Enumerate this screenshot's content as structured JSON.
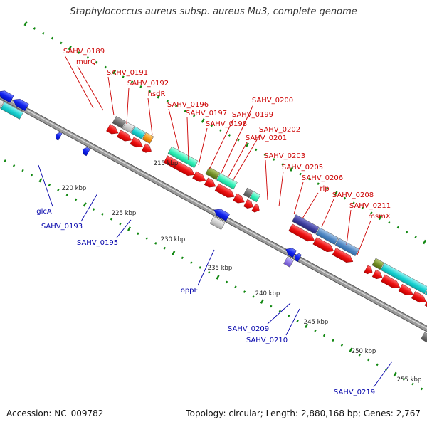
{
  "title": "Staphylococcus aureus subsp. aureus Mu3, complete genome",
  "footer": {
    "accession": "Accession: NC_009782",
    "topology": "Topology: circular; Length: 2,880,168 bp; Genes: 2,767"
  },
  "kbp_ticks": [
    "215 kbp",
    "220 kbp",
    "225 kbp",
    "230 kbp",
    "235 kbp",
    "240 kbp",
    "245 kbp",
    "250 kbp",
    "255 kbp"
  ],
  "top_labels": [
    "SAHV_0189",
    "murQ",
    "SAHV_0191",
    "SAHV_0192",
    "hsdR",
    "SAHV_0196",
    "SAHV_0197",
    "SAHV_0198",
    "SAHV_0199",
    "SAHV_0200",
    "SAHV_0201",
    "SAHV_0202",
    "SAHV_0203",
    "SAHV_0205",
    "SAHV_0206",
    "rlp",
    "SAHV_0208",
    "SAHV_0211",
    "msmX"
  ],
  "bottom_labels": [
    "glcA",
    "SAHV_0193",
    "SAHV_0195",
    "oppF",
    "SAHV_0209",
    "SAHV_0210",
    "SAHV_0219"
  ],
  "colors": {
    "forward_label": "#cc0000",
    "reverse_label": "#0000aa",
    "forward_arrow": "#ee1111",
    "reverse_arrow": "#1122ee",
    "tick_green": "#118811",
    "backbone": "#808080"
  }
}
